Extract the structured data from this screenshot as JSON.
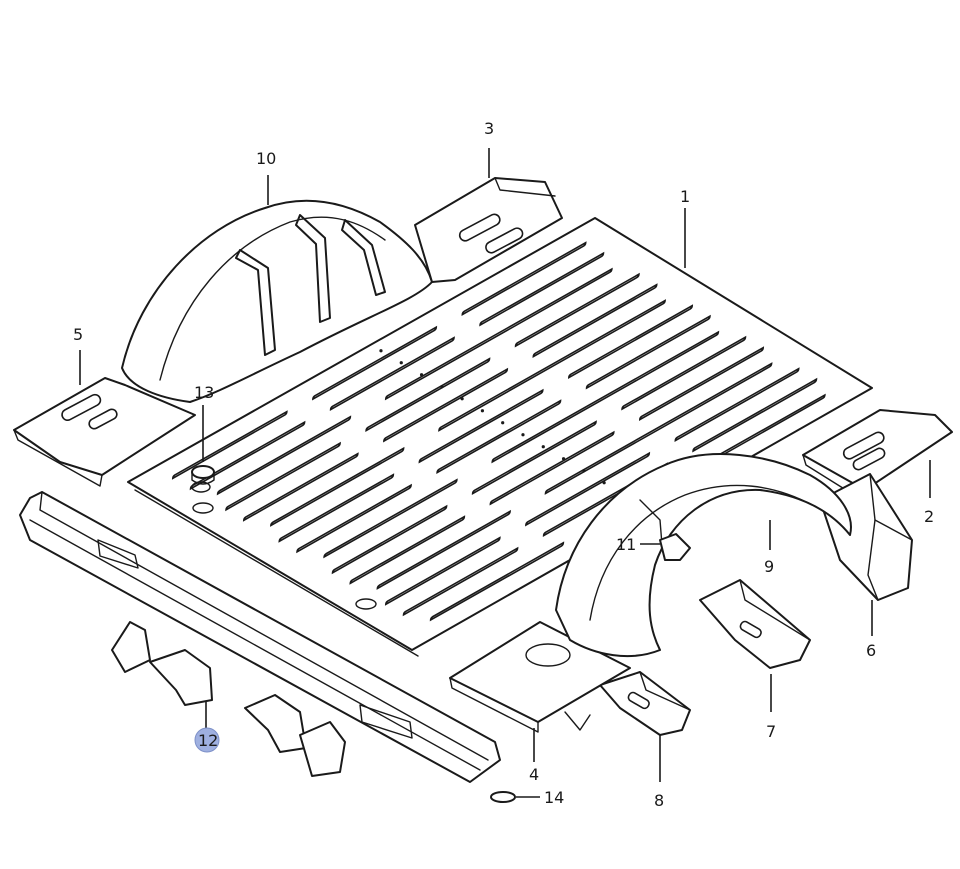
{
  "callouts": [
    "1",
    "2",
    "3",
    "4",
    "5",
    "6",
    "7",
    "8",
    "9",
    "10",
    "11",
    "12",
    "13",
    "14"
  ],
  "highlight": {
    "callout": "12",
    "color": "#9fb0e0"
  }
}
